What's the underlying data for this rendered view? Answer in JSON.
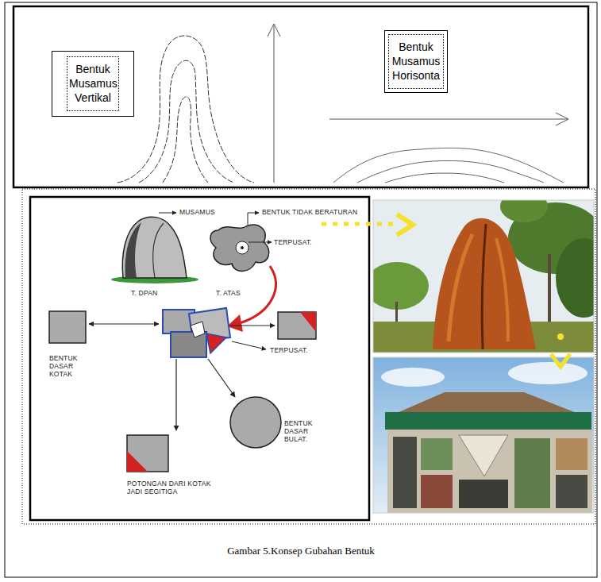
{
  "diagram": {
    "caption": "Gambar 5.Konsep Gubahan Bentuk",
    "nodes": [
      {
        "text": [
          "Bentuk Musamus Vertikal"
        ]
      },
      {
        "text": [
          "Bentuk Musamus Horisonta"
        ]
      }
    ],
    "labels": [
      "MUSAMUS",
      "BENTUK TIDAK BERATURAN",
      "TERPUSAT.",
      "T. DPAN",
      "T. ATAS",
      "BENTUK DASAR KOTAK",
      "TERPUSAT.",
      "BENTUK DASAR BULAT.",
      "POTONGAN DARI KOTAK JADI SEGITIGA"
    ]
  }
}
